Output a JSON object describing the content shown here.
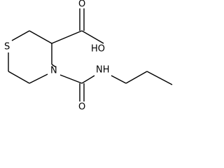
{
  "molecule": {
    "atoms": {
      "sulfur": "S",
      "ring_nitrogen": "N",
      "acid_hydroxyl": "HO",
      "acid_oxygen": "O",
      "amide_oxygen": "O",
      "amide_nitrogen": "NH"
    }
  }
}
